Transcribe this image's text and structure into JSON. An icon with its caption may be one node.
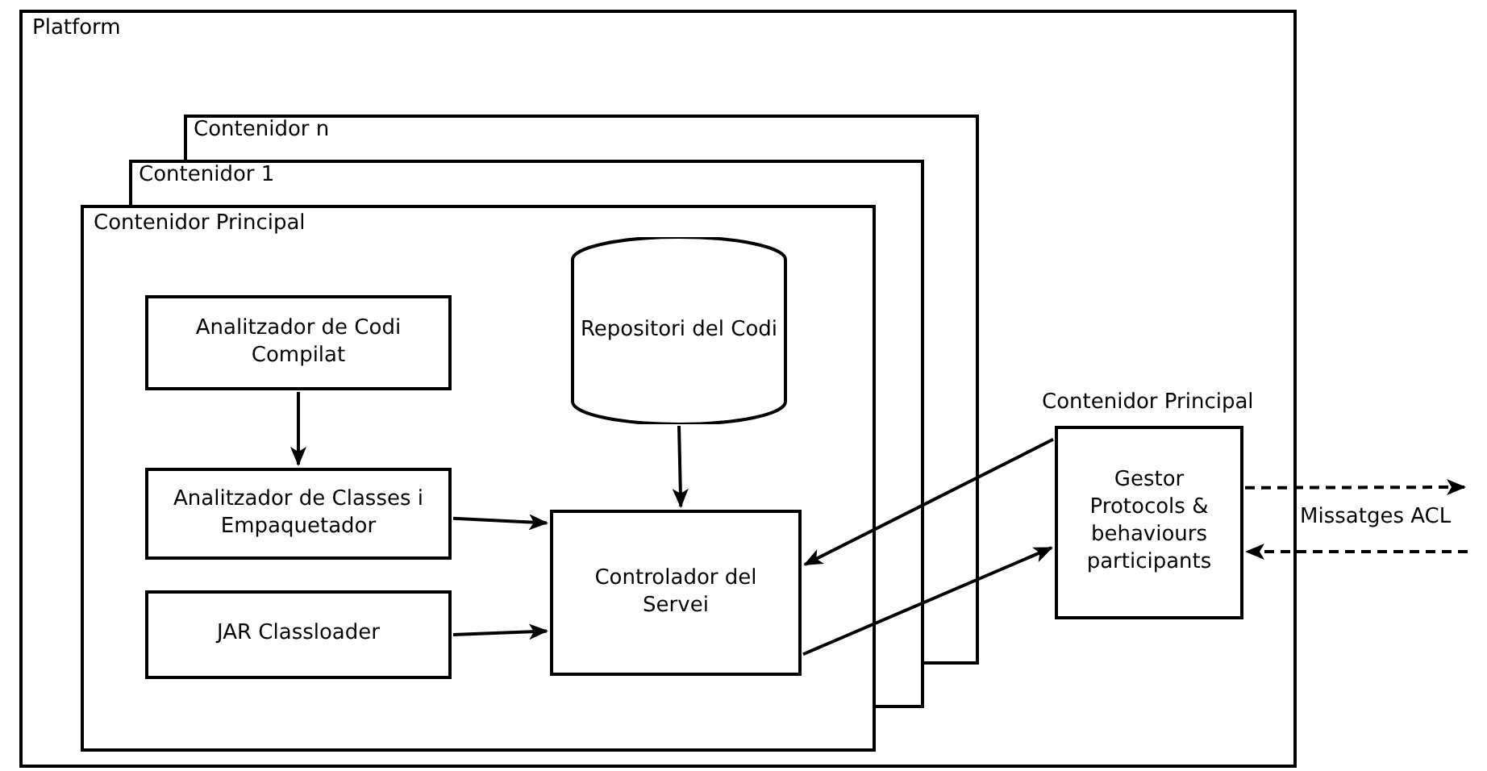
{
  "diagram": {
    "nodes": [
      {
        "text": [
          "Platform"
        ]
      },
      {
        "text": [
          "Contenidor n"
        ],
        "in": 0
      },
      {
        "text": [
          "Contenidor 1"
        ],
        "in": 0
      },
      {
        "text": [
          "Contenidor Principal"
        ],
        "in": 0
      },
      {
        "text": [
          "Analitzador de Codi Compilat"
        ],
        "in": 3
      },
      {
        "text": [
          "Repositori del Codi"
        ],
        "in": 3
      },
      {
        "text": [
          "Analitzador de Classes i Empaquetador"
        ],
        "in": 3
      },
      {
        "text": [
          "Controlador del Servei"
        ],
        "in": 3
      },
      {
        "text": [
          "JAR Classloader"
        ],
        "in": 3
      },
      {
        "text": [
          "Contenidor Principal",
          "Gestor Protocols & behaviours participants"
        ],
        "in": 0
      }
    ],
    "edges": [
      {
        "from": 4,
        "to": 6,
        "arrow": "to"
      },
      {
        "from": 5,
        "to": 7,
        "arrow": "to"
      },
      {
        "from": 6,
        "to": 7,
        "arrow": "to"
      },
      {
        "from": 8,
        "to": 7,
        "arrow": "to"
      },
      {
        "from": 9,
        "to": 7,
        "arrow": "to"
      },
      {
        "from": 7,
        "to": 9,
        "arrow": "to"
      },
      {
        "from": 9,
        "to": null,
        "arrow": "to",
        "style": "dashed",
        "label": "Missatges ACL"
      },
      {
        "from": null,
        "to": 9,
        "arrow": "to",
        "style": "dashed"
      }
    ]
  }
}
